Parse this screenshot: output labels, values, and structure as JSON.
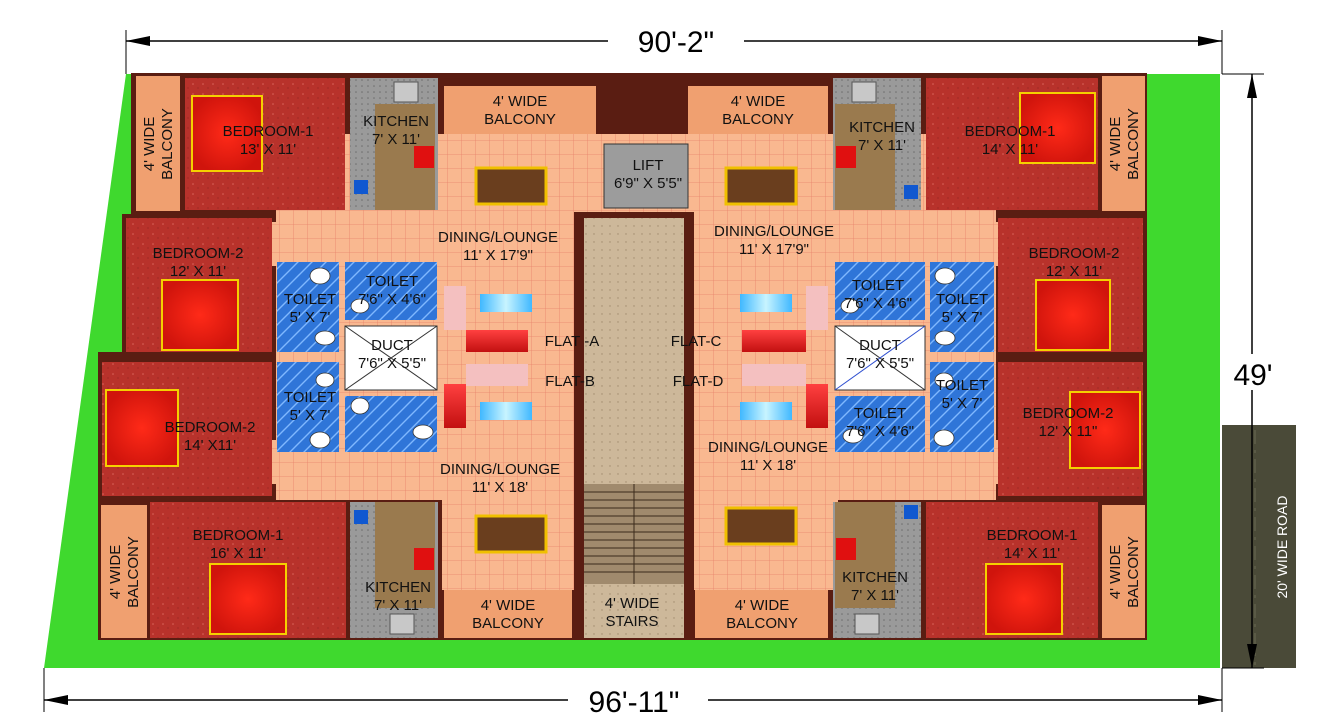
{
  "dimensions": {
    "top": "90'-2\"",
    "bottom": "96'-11\"",
    "right": "49'",
    "road": "20' WIDE ROAD"
  },
  "flats": {
    "a": "FLAT -A",
    "b": "FLAT-B",
    "c": "FLAT-C",
    "d": "FLAT-D"
  },
  "rooms": {
    "bed1_a": [
      "BEDROOM-1",
      "13' X 11'"
    ],
    "bed1_c": [
      "BEDROOM-1",
      "14' X 11'"
    ],
    "bed2_a": [
      "BEDROOM-2",
      "12' X 11'"
    ],
    "bed2_c": [
      "BEDROOM-2",
      "12' X 11'"
    ],
    "bed2_b": [
      "BEDROOM-2",
      "14' X11'"
    ],
    "bed2_d": [
      "BEDROOM-2",
      "12' X 11\""
    ],
    "bed1_b": [
      "BEDROOM-1",
      "16' X 11'"
    ],
    "bed1_d": [
      "BEDROOM-1",
      "14' X 11'"
    ],
    "kit_a": [
      "KITCHEN",
      "7' X 11'"
    ],
    "kit_c": [
      "KITCHEN",
      "7' X 11'"
    ],
    "kit_b": [
      "KITCHEN",
      "7' X 11'"
    ],
    "kit_d": [
      "KITCHEN",
      "7' X 11'"
    ],
    "bal_ta": [
      "4' WIDE",
      "BALCONY"
    ],
    "bal_tc": [
      "4' WIDE",
      "BALCONY"
    ],
    "bal_ba": [
      "4' WIDE",
      "BALCONY"
    ],
    "bal_bd": [
      "4' WIDE",
      "BALCONY"
    ],
    "bal_la": [
      "4' WIDE",
      "BALCONY"
    ],
    "bal_lb": [
      "4' WIDE",
      "BALCONY"
    ],
    "bal_rc": [
      "4' WIDE",
      "BALCONY"
    ],
    "bal_rd": [
      "4' WIDE",
      "BALCONY"
    ],
    "lift": [
      "LIFT",
      "6'9\" X 5'5\""
    ],
    "stairs": [
      "4' WIDE",
      "STAIRS"
    ],
    "dining_a": [
      "DINING/LOUNGE",
      "11' X 17'9\""
    ],
    "dining_c": [
      "DINING/LOUNGE",
      "11' X 17'9\""
    ],
    "dining_b": [
      "DINING/LOUNGE",
      "11' X 18'"
    ],
    "dining_d": [
      "DINING/LOUNGE",
      "11' X 18'"
    ],
    "toilet_a1": [
      "TOILET",
      "5' X 7'"
    ],
    "toilet_a2": [
      "TOILET",
      "7'6\" X 4'6\""
    ],
    "toilet_c1": [
      "TOILET",
      "7'6\" X 4'6\""
    ],
    "toilet_c2": [
      "TOILET",
      "5' X 7'"
    ],
    "toilet_b1": [
      "TOILET",
      "5' X 7'"
    ],
    "toilet_d1": [
      "TOILET",
      "5' X 7'"
    ],
    "toilet_d2": [
      "TOILET",
      "7'6\" X 4'6\""
    ],
    "duct_l": [
      "DUCT",
      "7'6\" X 5'5\""
    ],
    "duct_r": [
      "DUCT",
      "7'6\" X 5'5\""
    ]
  },
  "colors": {
    "lawn": "#3fd92e",
    "bedroom": "#b8322b",
    "floor": "#f7b38e",
    "toilet": "#2f6fd0",
    "kitchen": "#8f8f8f",
    "balcony": "#f0a070",
    "road": "#4a4a38"
  }
}
